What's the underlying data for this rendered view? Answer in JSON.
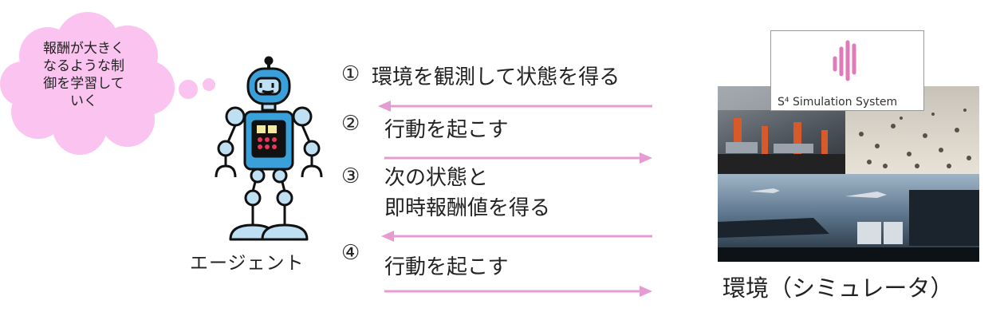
{
  "cloud": {
    "text_lines": [
      "報酬が大きく",
      "なるような制",
      "御を学習して",
      "いく"
    ]
  },
  "agent": {
    "label": "エージェント"
  },
  "steps": [
    {
      "num": "①",
      "lines": [
        "環境を観測して状態を得る"
      ]
    },
    {
      "num": "②",
      "lines": [
        "行動を起こす"
      ]
    },
    {
      "num": "③",
      "lines": [
        "次の状態と",
        "即時報酬値を得る"
      ]
    },
    {
      "num": "④",
      "lines": [
        "行動を起こす"
      ]
    }
  ],
  "environment": {
    "label": "環境（シミュレータ）",
    "logo_text": "S⁴ Simulation System"
  },
  "colors": {
    "arrow": "#e79bd3",
    "cloud": "#fbc4f0",
    "robot_blue": "#3aa0d9",
    "robot_light": "#bfe0f3"
  }
}
